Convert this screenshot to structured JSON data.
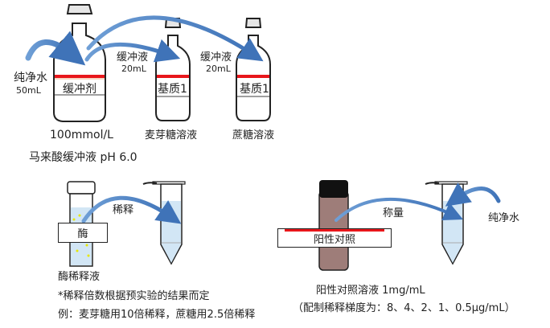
{
  "top_section": {
    "water_label": "纯净水",
    "water_volume": "50mL",
    "buffer_bottle_label": "缓冲剂",
    "buffer_concentration": "100mmol/L",
    "buffer_name": "马来酸缓冲液 pH 6.0",
    "transfer1_label": "缓冲液",
    "transfer1_volume": "20mL",
    "transfer2_label": "缓冲液",
    "transfer2_volume": "20mL",
    "substrate_bottle1_label": "基质1",
    "substrate_bottle1_name": "麦芽糖溶液",
    "substrate_bottle2_label": "基质1",
    "substrate_bottle2_name": "蔗糖溶液"
  },
  "bottom_left": {
    "enzyme_tube_label": "酶",
    "dilute_label": "稀释",
    "enzyme_caption": "酶稀释液",
    "note_line1": "*稀释倍数根据预实验的结果而定",
    "note_line2": "例：麦芽糖用10倍稀释，蔗糖用2.5倍稀释"
  },
  "bottom_right": {
    "control_vial_label": "阳性对照",
    "weigh_label": "称量",
    "water_label": "纯净水",
    "control_caption": "阳性对照溶液  1mg/mL",
    "gradient_note": "（配制稀释梯度为：8、4、2、1、0.5μg/mL）"
  },
  "colors": {
    "arrow_blue": "#4a7fc1",
    "red_line": "#e8161b",
    "liquid_blue": "#d2e6f5",
    "vial_brown": "#9e7d79",
    "cap_black": "#111111"
  }
}
